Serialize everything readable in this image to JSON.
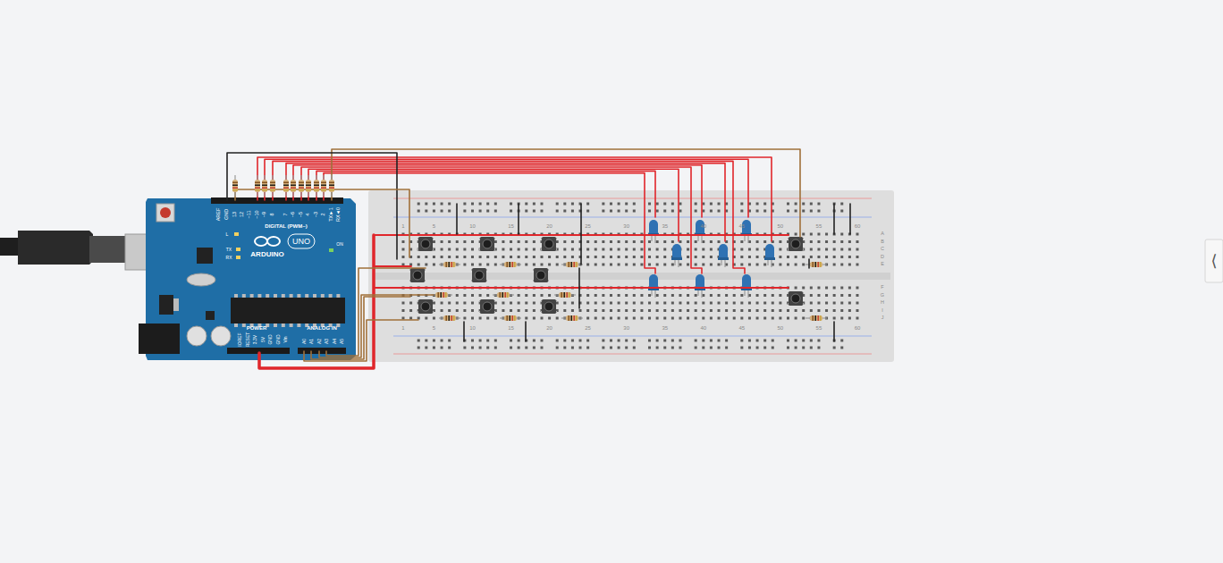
{
  "diagram": {
    "labels": [
      "AREF",
      "GND",
      "13",
      "12",
      "~11",
      "~10",
      "~9",
      "8",
      "7",
      "~6",
      "~5",
      "4",
      "~3",
      "2",
      "TX►1",
      "RX◄0",
      "DIGITAL (PWM~)",
      "L",
      "TX",
      "RX",
      "ARDUINO",
      "UNO",
      "ON",
      "POWER",
      "IOREF",
      "RESET",
      "3.3V",
      "5V",
      "GND",
      "GND",
      "Vin",
      "ANALOG IN",
      "A0",
      "A1",
      "A2",
      "A3",
      "A4",
      "A5",
      "1",
      "5",
      "10",
      "15",
      "20",
      "25",
      "30",
      "35",
      "40",
      "45",
      "50",
      "55",
      "60",
      "1",
      "5",
      "10",
      "15",
      "20",
      "25",
      "30",
      "35",
      "40",
      "45",
      "50",
      "55",
      "60",
      "A",
      "B",
      "C",
      "D",
      "E",
      "F",
      "G",
      "H",
      "I",
      "J",
      "⟨"
    ]
  }
}
